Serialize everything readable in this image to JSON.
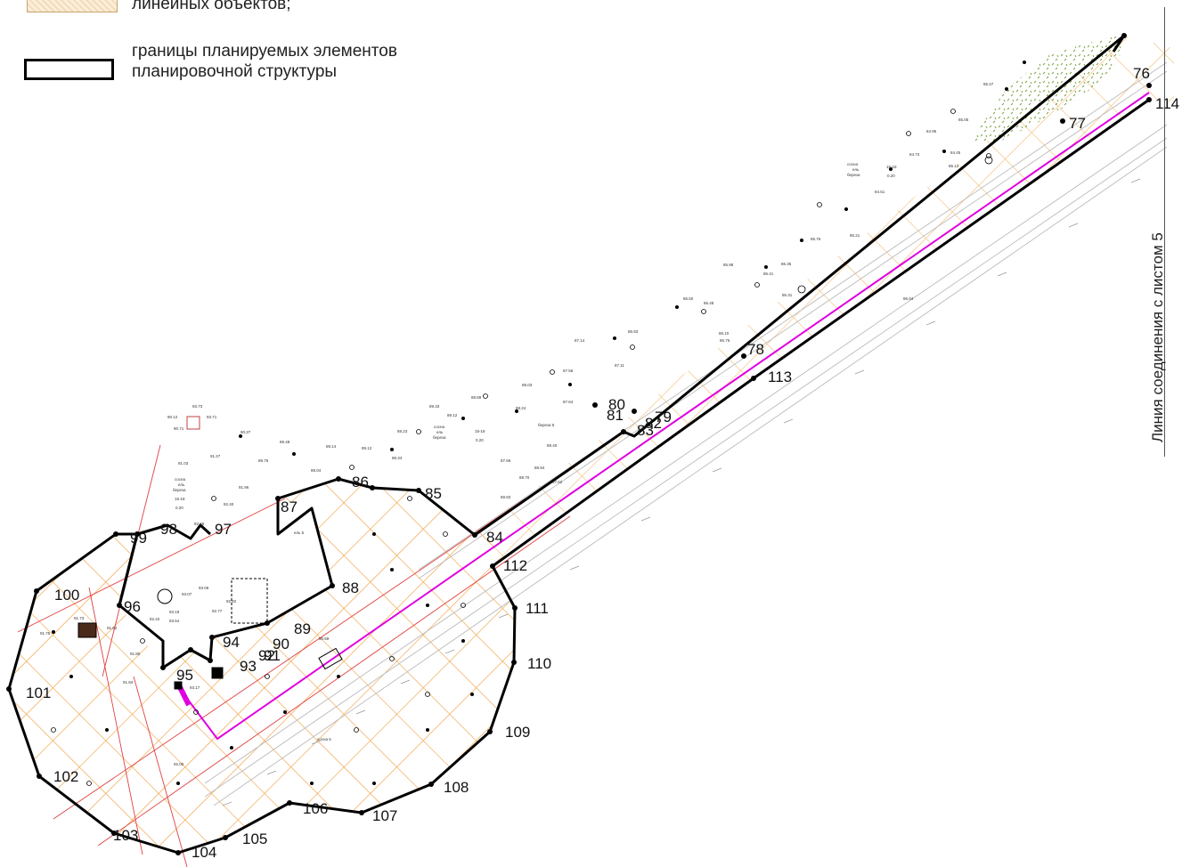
{
  "legend": {
    "line1": "линейных объектов;",
    "line2": "границы планируемых элементов",
    "line3": "планировочной структуры"
  },
  "sheet_connection": "Линия соединения с листом 5",
  "colors": {
    "boundary": "#000000",
    "axis_line": "#e000e0",
    "grid_hatch": "#f0a040",
    "network_red": "#e04040",
    "vegetation": "#6a9a2a",
    "offset_line": "#c0c0c0"
  },
  "points": [
    {
      "id": "76",
      "label": "76"
    },
    {
      "id": "77",
      "label": "77"
    },
    {
      "id": "78",
      "label": "78"
    },
    {
      "id": "79",
      "label": "79"
    },
    {
      "id": "80",
      "label": "80"
    },
    {
      "id": "81",
      "label": "81"
    },
    {
      "id": "82",
      "label": "82"
    },
    {
      "id": "83",
      "label": "83"
    },
    {
      "id": "84",
      "label": "84"
    },
    {
      "id": "85",
      "label": "85"
    },
    {
      "id": "86",
      "label": "86"
    },
    {
      "id": "87",
      "label": "87"
    },
    {
      "id": "88",
      "label": "88"
    },
    {
      "id": "89",
      "label": "89"
    },
    {
      "id": "90",
      "label": "90"
    },
    {
      "id": "91",
      "label": "91"
    },
    {
      "id": "92",
      "label": "92"
    },
    {
      "id": "93",
      "label": "93"
    },
    {
      "id": "94",
      "label": "94"
    },
    {
      "id": "95",
      "label": "95"
    },
    {
      "id": "96",
      "label": "96"
    },
    {
      "id": "97",
      "label": "97"
    },
    {
      "id": "98",
      "label": "98"
    },
    {
      "id": "99",
      "label": "99"
    },
    {
      "id": "100",
      "label": "100"
    },
    {
      "id": "101",
      "label": "101"
    },
    {
      "id": "102",
      "label": "102"
    },
    {
      "id": "103",
      "label": "103"
    },
    {
      "id": "104",
      "label": "104"
    },
    {
      "id": "105",
      "label": "105"
    },
    {
      "id": "106",
      "label": "106"
    },
    {
      "id": "107",
      "label": "107"
    },
    {
      "id": "108",
      "label": "108"
    },
    {
      "id": "109",
      "label": "109"
    },
    {
      "id": "110",
      "label": "110"
    },
    {
      "id": "111",
      "label": "111"
    },
    {
      "id": "112",
      "label": "112"
    },
    {
      "id": "113",
      "label": "113"
    },
    {
      "id": "114",
      "label": "114"
    }
  ],
  "elevations": [
    "93.73",
    "93.71",
    "90.12",
    "90.71",
    "91.03",
    "91.27",
    "90.27",
    "89.76",
    "89.48",
    "89.14",
    "89.12",
    "88.34",
    "88.23",
    "88.04",
    "89.33",
    "89.12",
    "88.89",
    "88.24",
    "88.03",
    "87.64",
    "87.14",
    "86.93",
    "87.11",
    "87.56",
    "86.50",
    "86.48",
    "86.35",
    "86.31",
    "86.41",
    "85.98",
    "85.76",
    "85.21",
    "84.95",
    "84.73",
    "84.45",
    "84.51",
    "85.12",
    "85.47",
    "85.05",
    "86.04",
    "86.10",
    "86.75",
    "88.40",
    "87.62",
    "87.66",
    "88.94",
    "88.70",
    "88.83",
    "92.58",
    "92.40",
    "91.96",
    "93.07",
    "93.19",
    "93.54",
    "91.62",
    "91.73",
    "91.75",
    "91.84",
    "93.06",
    "92.77",
    "92.82",
    "92.00",
    "91.80",
    "90.59",
    "92.42",
    "93.17"
  ],
  "tree_notes": [
    "сосна",
    "ель",
    "береза",
    "15-18",
    "0.20",
    "береза 5",
    "ель 5",
    "сосна 5"
  ]
}
